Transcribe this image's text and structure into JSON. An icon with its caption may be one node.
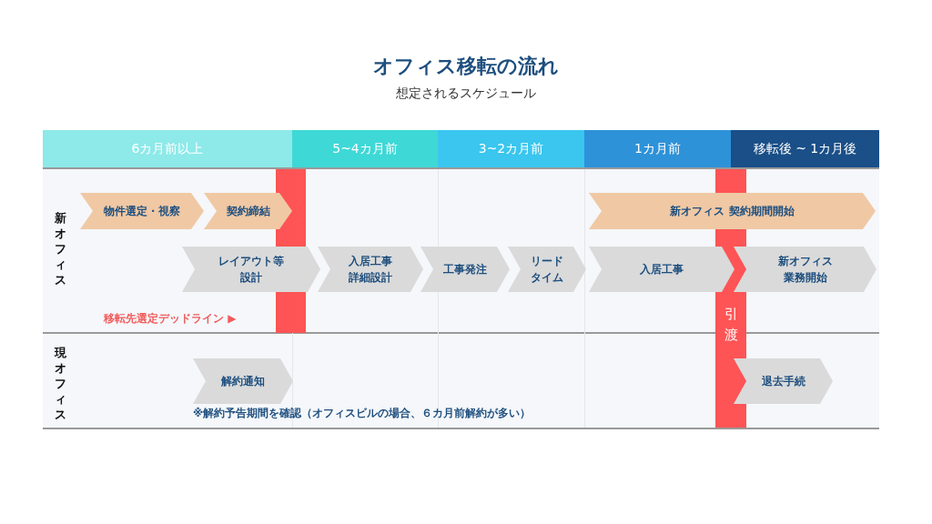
{
  "diagram": {
    "title": "オフィス移転の流れ",
    "nodes": [
      {
        "text": [
          "6カ月前以上"
        ]
      },
      {
        "text": [
          "5~4カ月前"
        ]
      },
      {
        "text": [
          "3~2カ月前"
        ]
      },
      {
        "text": [
          "1カ月前"
        ]
      },
      {
        "text": [
          "移転後 ~ 1カ月後"
        ]
      },
      {
        "text": [
          "物件選定・視察"
        ]
      },
      {
        "text": [
          "契約締結"
        ]
      },
      {
        "text": [
          "新オフィス 契約期間開始"
        ]
      },
      {
        "text": [
          "レイアウト等設計"
        ]
      },
      {
        "text": [
          "入居工事詳細設計"
        ]
      },
      {
        "text": [
          "工事発注"
        ]
      },
      {
        "text": [
          "リードタイム"
        ]
      },
      {
        "text": [
          "入居工事"
        ]
      },
      {
        "text": [
          "新オフィス業務開始"
        ]
      },
      {
        "text": [
          "解約通知"
        ],
        "beside": [
          "※解約予告期間を確認（オフィスビルの場合、６カ月前解約が多い）"
        ]
      },
      {
        "text": [
          "退去手続"
        ]
      },
      {
        "text": [],
        "shape": "bar"
      },
      {
        "text": [
          "引渡"
        ]
      }
    ],
    "edges": [],
    "labels": [
      "想定されるスケジュール",
      "新オフィス",
      "現オフィス",
      "移転先選定デッドライン ▶"
    ]
  }
}
